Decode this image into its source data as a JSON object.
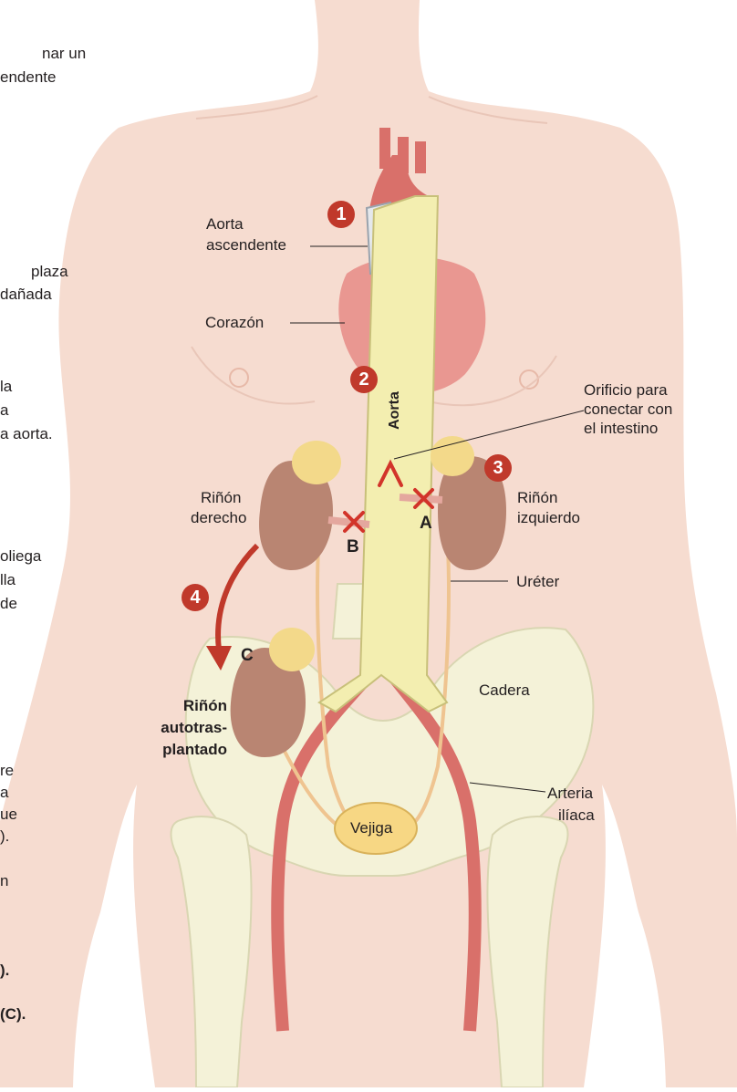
{
  "left_column_fragments": {
    "f1": "nar un",
    "f2": "endente",
    "f3": "plaza",
    "f4": "dañada",
    "f5": "la",
    "f6": "a",
    "f7": "a aorta.",
    "f8": "oliega",
    "f9": "lla",
    "f10": "de",
    "f11": "re",
    "f12": "a",
    "f13": "ue",
    "f14": ").",
    "f15": "n",
    "f16": ").",
    "f17": "(C)."
  },
  "labels": {
    "aorta_ascendente_1": "Aorta",
    "aorta_ascendente_2": "ascendente",
    "corazon": "Corazón",
    "aorta_vertical": "Aorta",
    "orificio_1": "Orificio para",
    "orificio_2": "conectar con",
    "orificio_3": "el intestino",
    "rinon_derecho_1": "Riñón",
    "rinon_derecho_2": "derecho",
    "rinon_izquierdo_1": "Riñón",
    "rinon_izquierdo_2": "izquierdo",
    "ureter": "Uréter",
    "cadera": "Cadera",
    "rinon_auto_1": "Riñón",
    "rinon_auto_2": "autotras-",
    "rinon_auto_3": "plantado",
    "arteria_1": "Arteria",
    "arteria_2": "ilíaca",
    "vejiga": "Vejiga",
    "letter_a": "A",
    "letter_b": "B",
    "letter_c": "C"
  },
  "steps": [
    "1",
    "2",
    "3",
    "4"
  ],
  "colors": {
    "skin": "#f6dcd0",
    "skin_edge": "#efcfc2",
    "bone": "#f4f2d8",
    "heart": "#e88f8a",
    "artery": "#d9706a",
    "kidney": "#b98572",
    "adrenal": "#f3d98a",
    "stent": "#f3eeb0",
    "badge": "#c0392b",
    "bladder": "#f7d784"
  }
}
